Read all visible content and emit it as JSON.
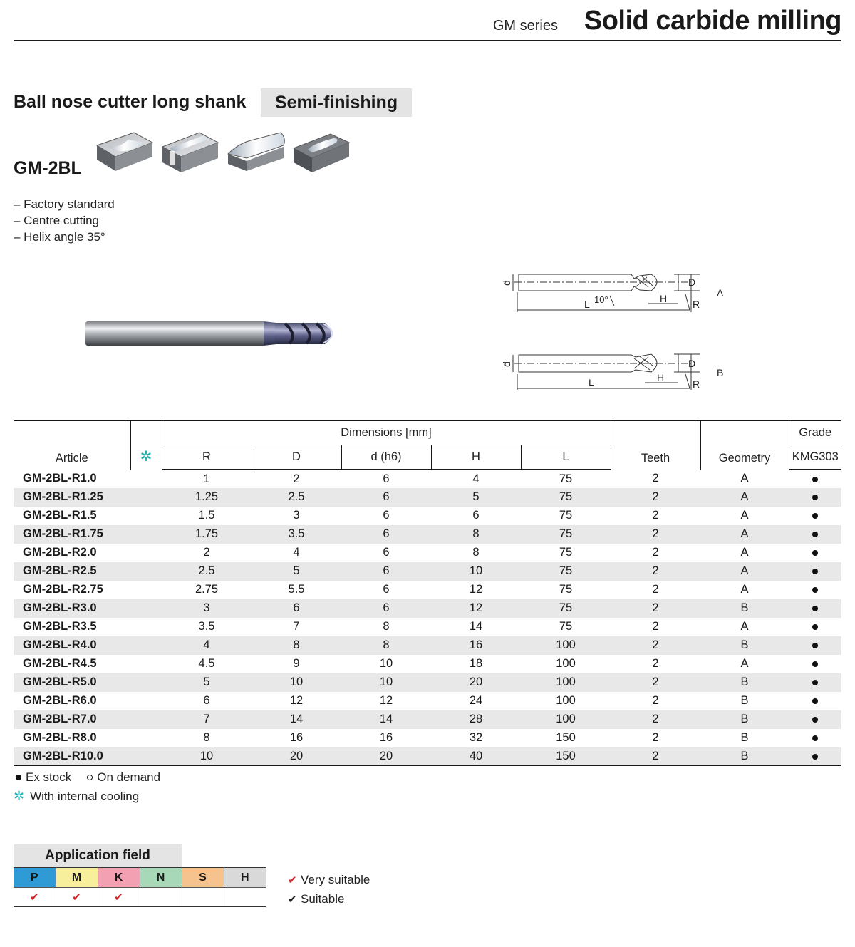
{
  "header": {
    "series": "GM series",
    "title": "Solid carbide milling"
  },
  "subtitle": "Ball nose cutter long shank",
  "mode_badge": "Semi-finishing",
  "product_code": "GM-2BL",
  "features": [
    "– Factory standard",
    "– Centre cutting",
    "– Helix angle 35°"
  ],
  "drawing": {
    "label_d": "d",
    "label_L": "L",
    "label_angle": "10°",
    "label_H": "H",
    "label_D": "D",
    "label_R": "R",
    "geometry_a": "A",
    "geometry_b": "B"
  },
  "table": {
    "col_article": "Article",
    "group_dimensions": "Dimensions [mm]",
    "col_R": "R",
    "col_D": "D",
    "col_d": "d (h6)",
    "col_H": "H",
    "col_L": "L",
    "col_teeth": "Teeth",
    "col_geometry": "Geometry",
    "grade_label": "Grade",
    "grade_name": "KMG303",
    "rows": [
      {
        "article": "GM-2BL-R1.0",
        "R": "1",
        "D": "2",
        "d": "6",
        "H": "4",
        "L": "75",
        "teeth": "2",
        "geometry": "A",
        "stock": "ex_stock"
      },
      {
        "article": "GM-2BL-R1.25",
        "R": "1.25",
        "D": "2.5",
        "d": "6",
        "H": "5",
        "L": "75",
        "teeth": "2",
        "geometry": "A",
        "stock": "ex_stock"
      },
      {
        "article": "GM-2BL-R1.5",
        "R": "1.5",
        "D": "3",
        "d": "6",
        "H": "6",
        "L": "75",
        "teeth": "2",
        "geometry": "A",
        "stock": "ex_stock"
      },
      {
        "article": "GM-2BL-R1.75",
        "R": "1.75",
        "D": "3.5",
        "d": "6",
        "H": "8",
        "L": "75",
        "teeth": "2",
        "geometry": "A",
        "stock": "ex_stock"
      },
      {
        "article": "GM-2BL-R2.0",
        "R": "2",
        "D": "4",
        "d": "6",
        "H": "8",
        "L": "75",
        "teeth": "2",
        "geometry": "A",
        "stock": "ex_stock"
      },
      {
        "article": "GM-2BL-R2.5",
        "R": "2.5",
        "D": "5",
        "d": "6",
        "H": "10",
        "L": "75",
        "teeth": "2",
        "geometry": "A",
        "stock": "ex_stock"
      },
      {
        "article": "GM-2BL-R2.75",
        "R": "2.75",
        "D": "5.5",
        "d": "6",
        "H": "12",
        "L": "75",
        "teeth": "2",
        "geometry": "A",
        "stock": "ex_stock"
      },
      {
        "article": "GM-2BL-R3.0",
        "R": "3",
        "D": "6",
        "d": "6",
        "H": "12",
        "L": "75",
        "teeth": "2",
        "geometry": "B",
        "stock": "ex_stock"
      },
      {
        "article": "GM-2BL-R3.5",
        "R": "3.5",
        "D": "7",
        "d": "8",
        "H": "14",
        "L": "75",
        "teeth": "2",
        "geometry": "A",
        "stock": "ex_stock"
      },
      {
        "article": "GM-2BL-R4.0",
        "R": "4",
        "D": "8",
        "d": "8",
        "H": "16",
        "L": "100",
        "teeth": "2",
        "geometry": "B",
        "stock": "ex_stock"
      },
      {
        "article": "GM-2BL-R4.5",
        "R": "4.5",
        "D": "9",
        "d": "10",
        "H": "18",
        "L": "100",
        "teeth": "2",
        "geometry": "A",
        "stock": "ex_stock"
      },
      {
        "article": "GM-2BL-R5.0",
        "R": "5",
        "D": "10",
        "d": "10",
        "H": "20",
        "L": "100",
        "teeth": "2",
        "geometry": "B",
        "stock": "ex_stock"
      },
      {
        "article": "GM-2BL-R6.0",
        "R": "6",
        "D": "12",
        "d": "12",
        "H": "24",
        "L": "100",
        "teeth": "2",
        "geometry": "B",
        "stock": "ex_stock"
      },
      {
        "article": "GM-2BL-R7.0",
        "R": "7",
        "D": "14",
        "d": "14",
        "H": "28",
        "L": "100",
        "teeth": "2",
        "geometry": "B",
        "stock": "ex_stock"
      },
      {
        "article": "GM-2BL-R8.0",
        "R": "8",
        "D": "16",
        "d": "16",
        "H": "32",
        "L": "150",
        "teeth": "2",
        "geometry": "B",
        "stock": "ex_stock"
      },
      {
        "article": "GM-2BL-R10.0",
        "R": "10",
        "D": "20",
        "d": "20",
        "H": "40",
        "L": "150",
        "teeth": "2",
        "geometry": "B",
        "stock": "ex_stock"
      }
    ]
  },
  "legend": {
    "ex_stock": "Ex stock",
    "on_demand": "On demand",
    "internal_cooling": "With internal cooling"
  },
  "application": {
    "title": "Application field",
    "fields": [
      {
        "code": "P",
        "color": "#2e9bd6",
        "mark": "very_suitable"
      },
      {
        "code": "M",
        "color": "#f7ef9b",
        "mark": "very_suitable"
      },
      {
        "code": "K",
        "color": "#f2a0b2",
        "mark": "very_suitable"
      },
      {
        "code": "N",
        "color": "#a7d9b8",
        "mark": ""
      },
      {
        "code": "S",
        "color": "#f6c28e",
        "mark": ""
      },
      {
        "code": "H",
        "color": "#d9d9d9",
        "mark": ""
      }
    ],
    "very_suitable": "Very suitable",
    "suitable": "Suitable"
  },
  "colors": {
    "accent_red": "#d61f26",
    "cooling_teal": "#1fb2b2",
    "row_stripe": "#e8e8e8",
    "badge_gray": "#e4e4e4"
  }
}
